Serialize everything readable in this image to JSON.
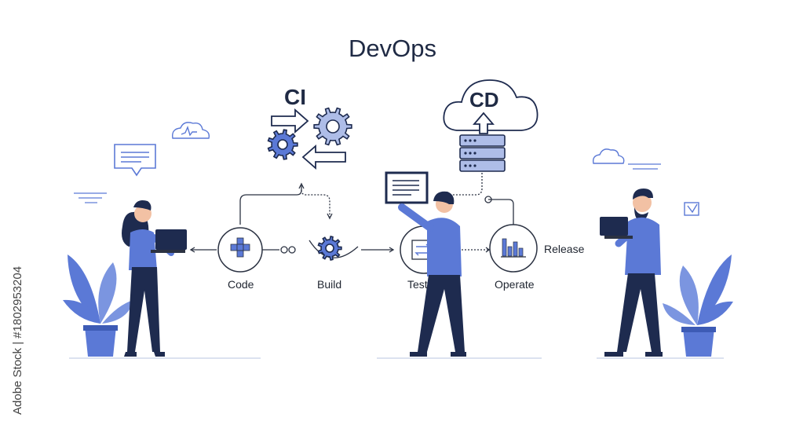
{
  "title": "DevOps",
  "ci_label": "CI",
  "cd_label": "CD",
  "stages": [
    "Code",
    "Build",
    "Test",
    "Operate"
  ],
  "release_label": "Release",
  "watermark": "Adobe Stock | #1802953204",
  "colors": {
    "accent": "#5b79d6",
    "accent_dark": "#3d5bb5",
    "navy": "#1e2b4f",
    "line": "#2b3242",
    "pot": "#5b79d6"
  }
}
